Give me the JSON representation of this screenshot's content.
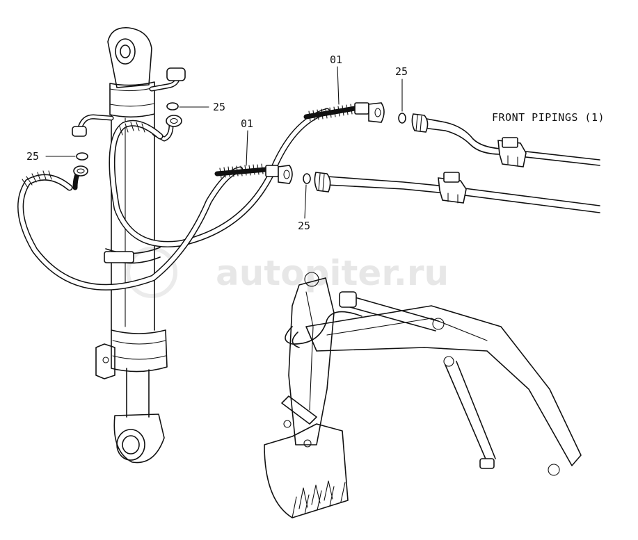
{
  "diagram": {
    "title": "FRONT PIPINGS (1)",
    "part_labels": {
      "hose_upper": "01",
      "hose_lower": "01",
      "oring_top": "25",
      "oring_cylinder": "25",
      "oring_left": "25",
      "oring_lower": "25"
    },
    "watermark": "autopiter.ru"
  }
}
